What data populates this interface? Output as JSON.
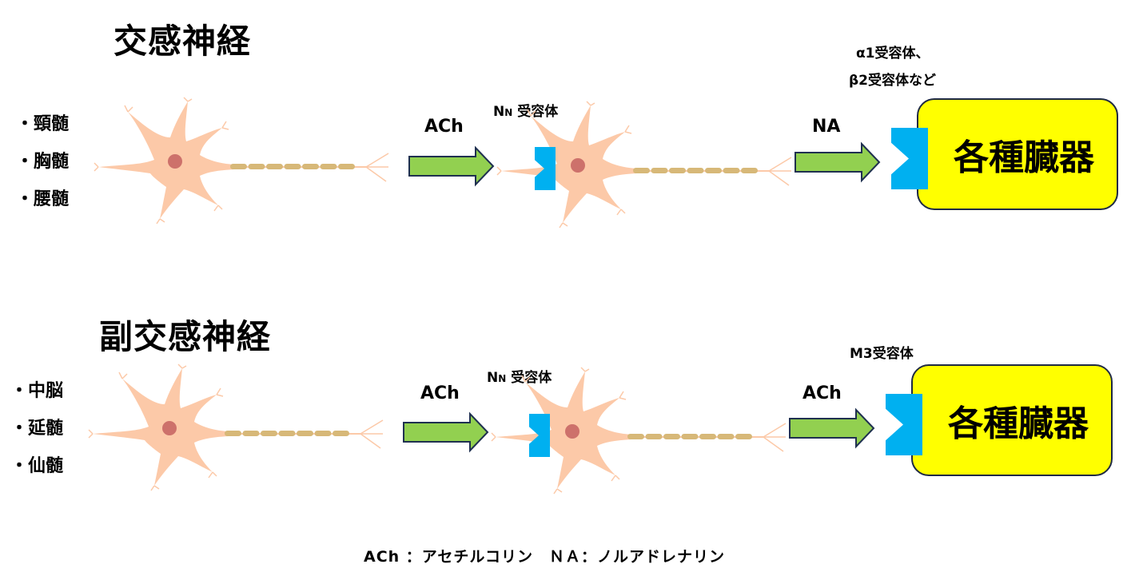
{
  "sections": [
    {
      "title": "交感神経",
      "origins": [
        "・頸髄",
        "・胸髄",
        "・腰髄"
      ],
      "pre_transmitter": "ACh",
      "ganglion_receptor": {
        "main": "N",
        "sub": "N",
        "suffix": " 受容体"
      },
      "post_transmitter": "NA",
      "organ_receptor_lines": [
        "α1受容体、",
        "β2受容体など"
      ],
      "organ_label": "各種臓器"
    },
    {
      "title": "副交感神経",
      "origins": [
        "・中脳",
        "・延髄",
        "・仙髄"
      ],
      "pre_transmitter": "ACh",
      "ganglion_receptor": {
        "main": "N",
        "sub": "N",
        "suffix": " 受容体"
      },
      "post_transmitter": "ACh",
      "organ_receptor_lines": [
        "M3受容体"
      ],
      "organ_label": "各種臓器"
    }
  ],
  "legend": "ACh ：アセチルコリン　ＮＡ：ノルアドレナリン",
  "colors": {
    "neuron_body": "#fcc9a8",
    "nucleus": "#cd716b",
    "myelin": "#d7b878",
    "arrow_fill": "#92d050",
    "arrow_stroke": "#1f3050",
    "receptor": "#00b0f0",
    "organ_fill": "#ffff00"
  }
}
